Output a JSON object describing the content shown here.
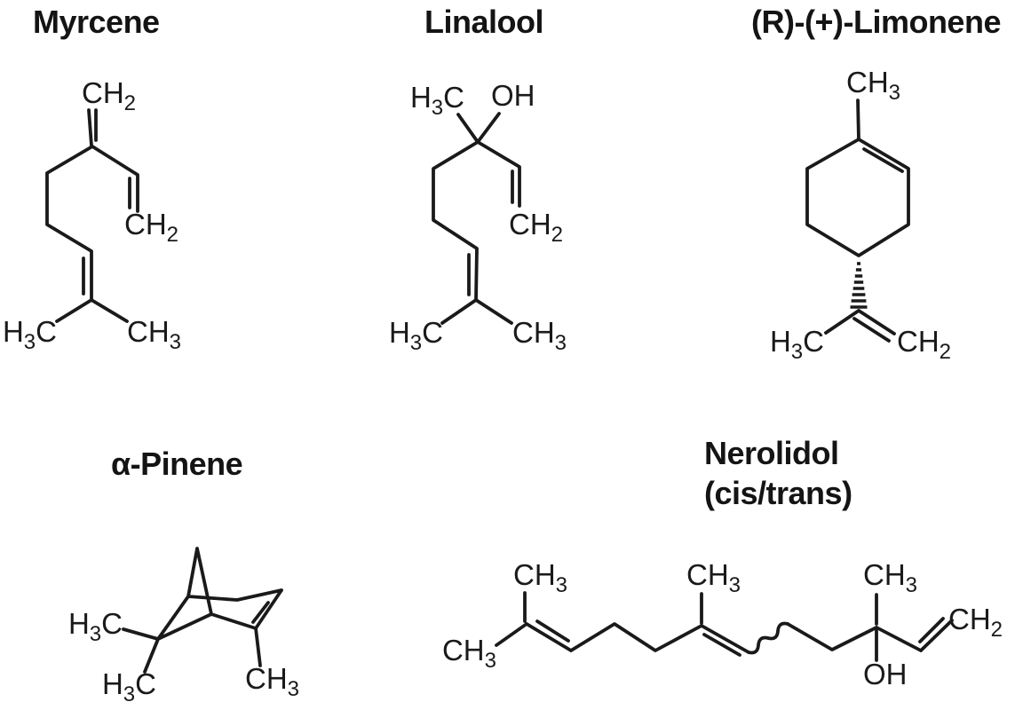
{
  "figure": {
    "ink_color": "#1a1a1a",
    "background_color": "#ffffff"
  },
  "molecules": {
    "myrcene": {
      "title": "Myrcene",
      "labels": {
        "top_ch2": {
          "pre": "CH",
          "sub": "2"
        },
        "mid_ch2": {
          "pre": "CH",
          "sub": "2"
        },
        "left_h3c": {
          "pre": "H",
          "sub": "3",
          "post": "C"
        },
        "right_ch3": {
          "pre": "CH",
          "sub": "3"
        }
      }
    },
    "linalool": {
      "title": "Linalool",
      "labels": {
        "top_h3c": {
          "pre": "H",
          "sub": "3",
          "post": "C"
        },
        "top_oh": {
          "pre": "OH"
        },
        "mid_ch2": {
          "pre": "CH",
          "sub": "2"
        },
        "left_h3c": {
          "pre": "H",
          "sub": "3",
          "post": "C"
        },
        "right_ch3": {
          "pre": "CH",
          "sub": "3"
        }
      }
    },
    "limonene": {
      "title": "(R)-(+)-Limonene",
      "labels": {
        "top_ch3": {
          "pre": "CH",
          "sub": "3"
        },
        "left_h3c": {
          "pre": "H",
          "sub": "3",
          "post": "C"
        },
        "right_ch2": {
          "pre": "CH",
          "sub": "2"
        }
      }
    },
    "pinene": {
      "title": "α-Pinene",
      "labels": {
        "left_h3c": {
          "pre": "H",
          "sub": "3",
          "post": "C"
        },
        "bottom_h3c": {
          "pre": "H",
          "sub": "3",
          "post": "C"
        },
        "right_ch3": {
          "pre": "CH",
          "sub": "3"
        }
      }
    },
    "nerolidol": {
      "title": "Nerolidol",
      "subtitle": "(cis/trans)",
      "labels": {
        "end_ch3": {
          "pre": "CH",
          "sub": "3"
        },
        "c11_ch3": {
          "pre": "CH",
          "sub": "3"
        },
        "c7_ch3": {
          "pre": "CH",
          "sub": "3"
        },
        "c3_ch3": {
          "pre": "CH",
          "sub": "3"
        },
        "oh": {
          "pre": "OH"
        },
        "vinyl_ch2": {
          "pre": "CH",
          "sub": "2"
        }
      }
    }
  }
}
